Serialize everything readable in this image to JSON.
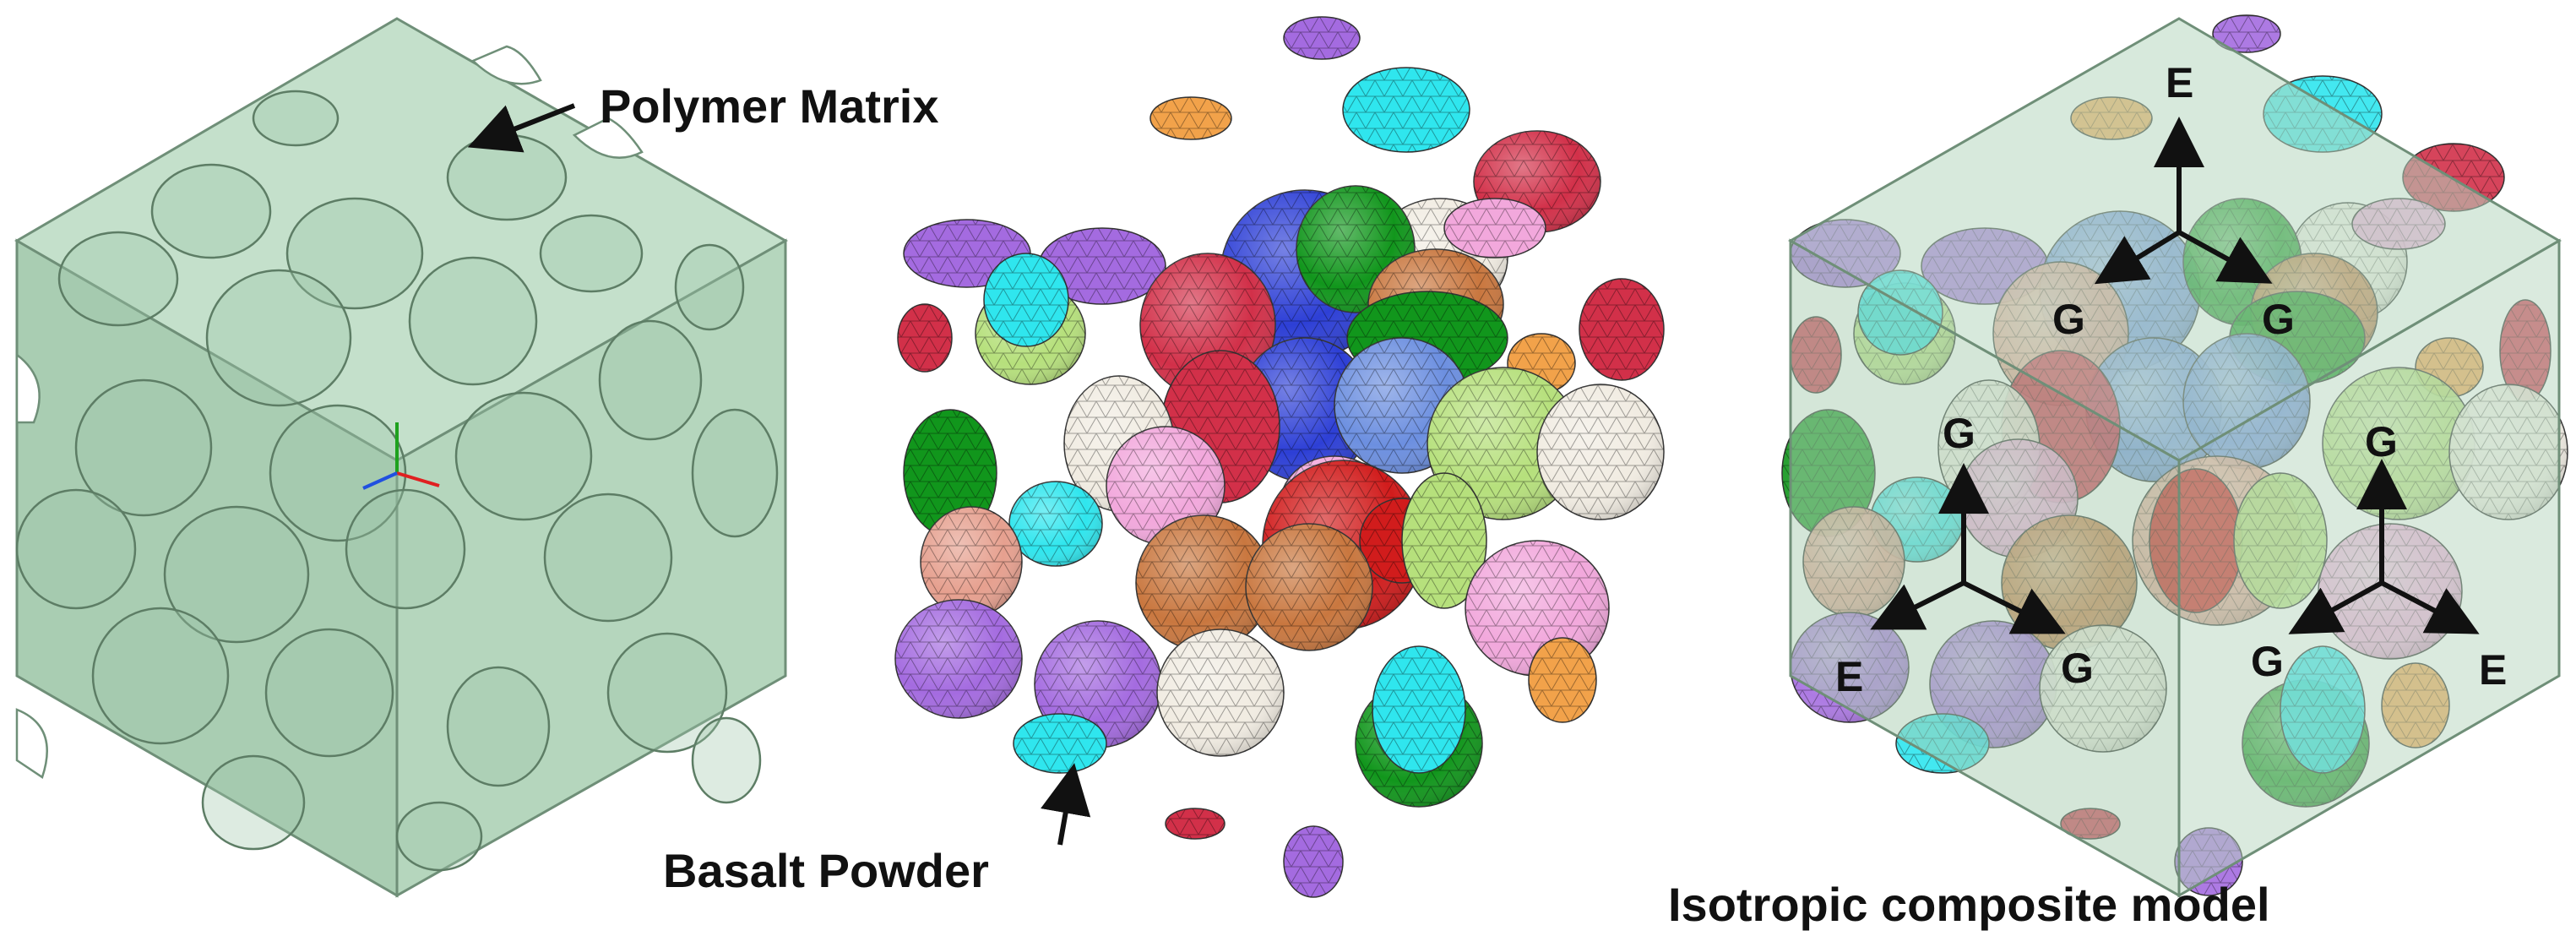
{
  "labels": {
    "polymer_matrix": "Polymer Matrix",
    "basalt_powder": "Basalt Powder",
    "isotropic_model": "Isotropic composite model"
  },
  "axis_labels": {
    "top_e": "E",
    "top_g_left": "G",
    "top_g_right": "G",
    "left_g": "G",
    "left_e": "E",
    "left_g_bottom": "G",
    "right_g": "G",
    "right_g_bottom": "G",
    "right_e": "E"
  },
  "colors": {
    "matrix_fill": "#b7d7bf",
    "matrix_edge": "#6f8f78",
    "purple": "#a46be0",
    "cyan": "#2fe6ee",
    "orange": "#f2a24a",
    "pink": "#f2a8dc",
    "crimson": "#d23049",
    "blue": "#2d3fd6",
    "green": "#11961c",
    "white": "#f1ece2",
    "salmon": "#e6a08f",
    "lime": "#b6e07c",
    "brown": "#c9773f",
    "steel": "#6c8fe0",
    "red": "#d11c1c"
  }
}
